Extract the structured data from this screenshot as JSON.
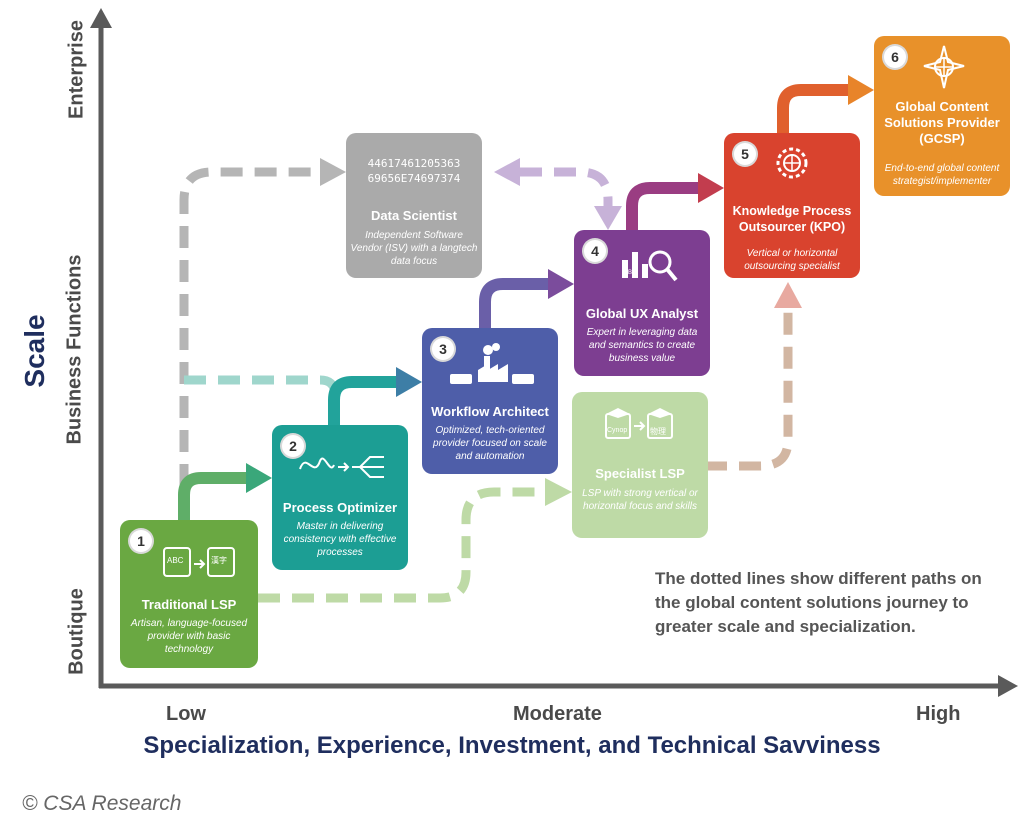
{
  "axes": {
    "y_title": "Scale",
    "y_levels": [
      "Boutique",
      "Business Functions",
      "Enterprise"
    ],
    "x_levels": [
      "Low",
      "Moderate",
      "High"
    ],
    "x_title": "Specialization, Experience, Investment, and Technical Savviness"
  },
  "boxes": [
    {
      "num": "1",
      "title": "Traditional LSP",
      "desc": "Artisan, language-focused provider with basic technology",
      "color": "#6aa842"
    },
    {
      "num": "2",
      "title": "Process Optimizer",
      "desc": "Master in delivering consistency with effective processes",
      "color": "#1c9e94"
    },
    {
      "num": "3",
      "title": "Workflow Architect",
      "desc": "Optimized, tech-oriented provider focused on scale and automation",
      "color": "#4e5ea9"
    },
    {
      "num": "4",
      "title": "Global UX Analyst",
      "desc": "Expert in leveraging data and semantics to create business value",
      "color": "#7d3e91"
    },
    {
      "num": "5",
      "title": "Knowledge Process Outsourcer (KPO)",
      "desc": "Vertical or horizontal outsourcing specialist",
      "color": "#d9432e"
    },
    {
      "num": "6",
      "title": "Global Content Solutions Provider (GCSP)",
      "desc": "End-to-end global content strategist/implementer",
      "color": "#e8912a"
    }
  ],
  "side_boxes": {
    "data_scientist": {
      "hex1": "44617461205363",
      "hex2": "69656E74697374",
      "title": "Data Scientist",
      "desc": "Independent Software Vendor (ISV) with a langtech data focus",
      "color": "#aaaaaa"
    },
    "specialist_lsp": {
      "title": "Specialist LSP",
      "desc": "LSP with strong vertical or horizontal focus and skills",
      "color": "#bedaa6"
    }
  },
  "icon_labels": {
    "box1_left": "ABC",
    "box1_right": "漢字",
    "spec_left": "Cynop",
    "spec_right": "物理",
    "ux_small": "ABC"
  },
  "note": "The dotted lines show different paths on the global content solutions journey to greater scale and specialization.",
  "copyright": "© CSA Research",
  "icons": [
    "notebook-icon",
    "arrow-icon",
    "tangle-icon",
    "branch-arrows-icon",
    "factory-icon",
    "truck-icon",
    "chart-magnifier-icon",
    "globe-gear-icon",
    "globe-star-icon",
    "graduation-cap-icon"
  ]
}
